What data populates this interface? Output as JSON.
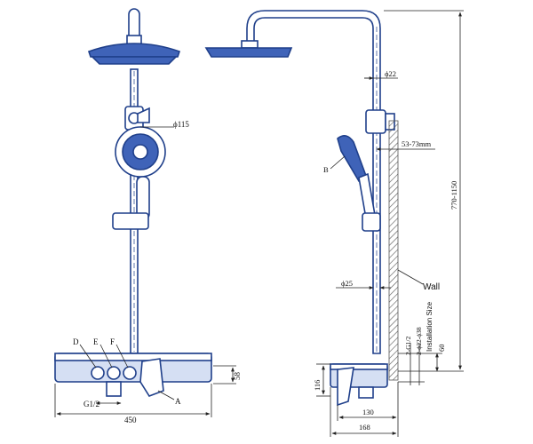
{
  "colors": {
    "outline": "#1f3f8a",
    "fill": "#ffffff",
    "head_fill": "#3f63b8",
    "tray_fill": "#d5dff3",
    "wall_hatch": "#555555",
    "dim_line": "#222222",
    "text": "#111111"
  },
  "front_view": {
    "labels": {
      "d": "D",
      "e": "E",
      "f": "F",
      "g": "G1/2",
      "a": "A"
    },
    "dims": {
      "handshower_dia": "ϕ115",
      "tray_height": "58",
      "width": "450"
    }
  },
  "side_view": {
    "labels": {
      "b": "B",
      "wall": "Wall",
      "install_size": "Installation Size",
      "g12": "2-G1/2",
      "g22": "2-ϕ22-ϕ38"
    },
    "dims": {
      "pipe_top_dia": "ϕ22",
      "wall_offset": "53-73mm",
      "total_height": "770-1150",
      "pipe_lower_dia": "ϕ25",
      "connector_height": "60",
      "tray_height": "116",
      "depth_130": "130",
      "depth_168": "168"
    }
  }
}
